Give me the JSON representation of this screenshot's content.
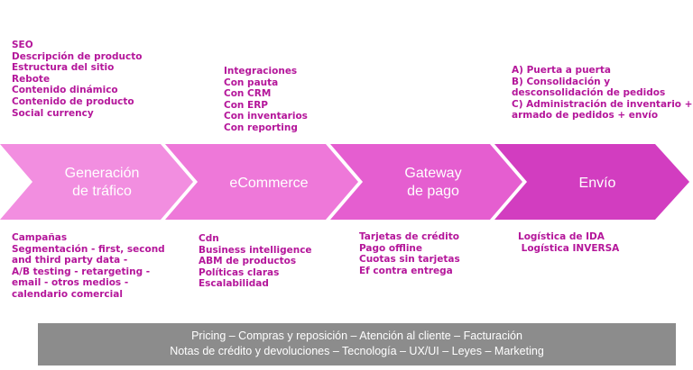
{
  "top": {
    "left": [
      "SEO",
      "Descripción de producto",
      "Estructura del sitio",
      "Rebote",
      "Contenido dinámico",
      "Contenido de producto",
      "Social currency"
    ],
    "mid": [
      "Integraciones",
      "Con pauta",
      "Con CRM",
      "Con ERP",
      "Con inventarios",
      "Con reporting"
    ],
    "right": [
      "A) Puerta a puerta",
      "B) Consolidación y",
      "desconsolidación de pedidos",
      "C) Administración de inventario +",
      "armado de pedidos + envío"
    ]
  },
  "stages": [
    {
      "label_lines": [
        "Generación",
        "de tráfico"
      ],
      "color": "#f28ee0"
    },
    {
      "label_lines": [
        "eCommerce"
      ],
      "color": "#ee78d9"
    },
    {
      "label_lines": [
        "Gateway",
        "de pago"
      ],
      "color": "#e55ed0"
    },
    {
      "label_lines": [
        "Envío"
      ],
      "color": "#d23dc0"
    }
  ],
  "bottom": {
    "col1": [
      "Campañas",
      "Segmentación - first, second",
      "and third party data -",
      "A/B testing - retargeting -",
      "email - otros medios -",
      "calendario comercial"
    ],
    "col2": [
      "Cdn",
      "Business intelligence",
      "ABM de productos",
      "Políticas claras",
      "Escalabilidad"
    ],
    "col3": [
      "Tarjetas de crédito",
      "Pago offline",
      "Cuotas sin tarjetas",
      "Ef contra entrega"
    ],
    "col4": [
      "Logística de IDA",
      " Logística INVERSA"
    ]
  },
  "footer": {
    "line1": "Pricing – Compras y reposición – Atención al cliente – Facturación",
    "line2": "Notas de crédito y devoluciones – Tecnología – UX/UI – Leyes – Marketing"
  },
  "colors": {
    "text": "#b4169a",
    "footer_bg": "#8c8c8c"
  }
}
